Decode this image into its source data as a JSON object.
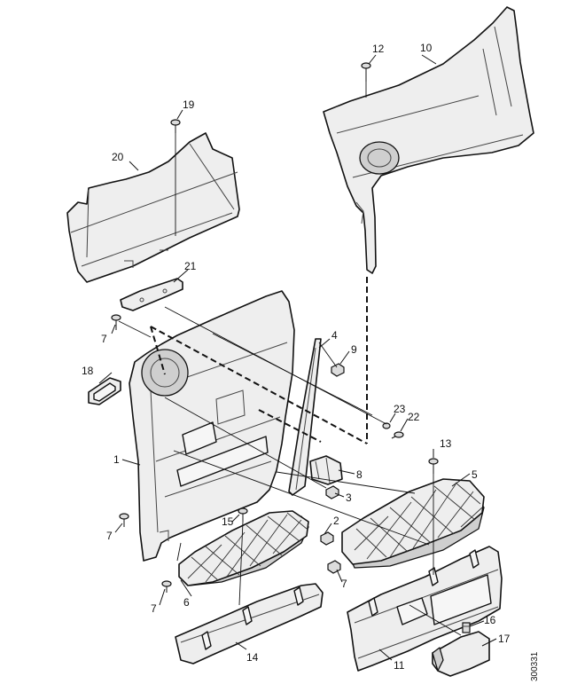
{
  "callouts": {
    "c1": "1",
    "c2": "2",
    "c3": "3",
    "c4": "4",
    "c5": "5",
    "c6": "6",
    "c7a": "7",
    "c7b": "7",
    "c7c": "7",
    "c7d": "7",
    "c8": "8",
    "c9": "9",
    "c10": "10",
    "c11": "11",
    "c12": "12",
    "c13": "13",
    "c14": "14",
    "c15": "15",
    "c16": "16",
    "c17": "17",
    "c18": "18",
    "c19": "19",
    "c20": "20",
    "c21": "21",
    "c22": "22",
    "c23": "23"
  },
  "reference_number": "300331",
  "colors": {
    "line": "#111111",
    "fill": "#eeeeee",
    "background": "#ffffff"
  }
}
